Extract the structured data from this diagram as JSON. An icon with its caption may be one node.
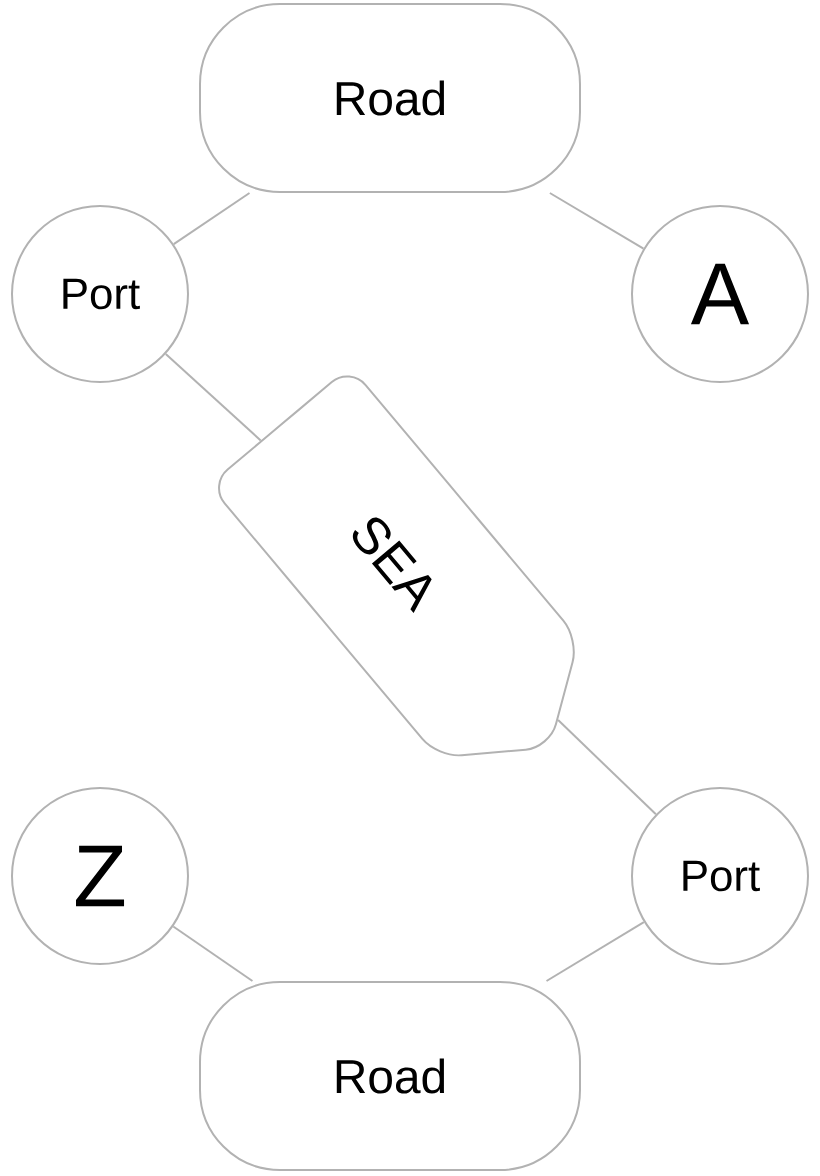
{
  "diagram": {
    "nodes": [
      {
        "text": [
          "Road"
        ]
      },
      {
        "text": [
          "Port"
        ]
      },
      {
        "text": [
          "A"
        ]
      },
      {
        "text": [
          "SEA"
        ]
      },
      {
        "text": [
          "Z"
        ]
      },
      {
        "text": [
          "Port"
        ]
      },
      {
        "text": [
          "Road"
        ]
      }
    ],
    "edges": [
      {
        "from": 0,
        "to": 1,
        "arrow": "none"
      },
      {
        "from": 0,
        "to": 2,
        "arrow": "none"
      },
      {
        "from": 1,
        "to": 3,
        "arrow": "none"
      },
      {
        "from": 3,
        "to": 5,
        "arrow": "none"
      },
      {
        "from": 5,
        "to": 6,
        "arrow": "none"
      },
      {
        "from": 4,
        "to": 6,
        "arrow": "none"
      }
    ]
  }
}
